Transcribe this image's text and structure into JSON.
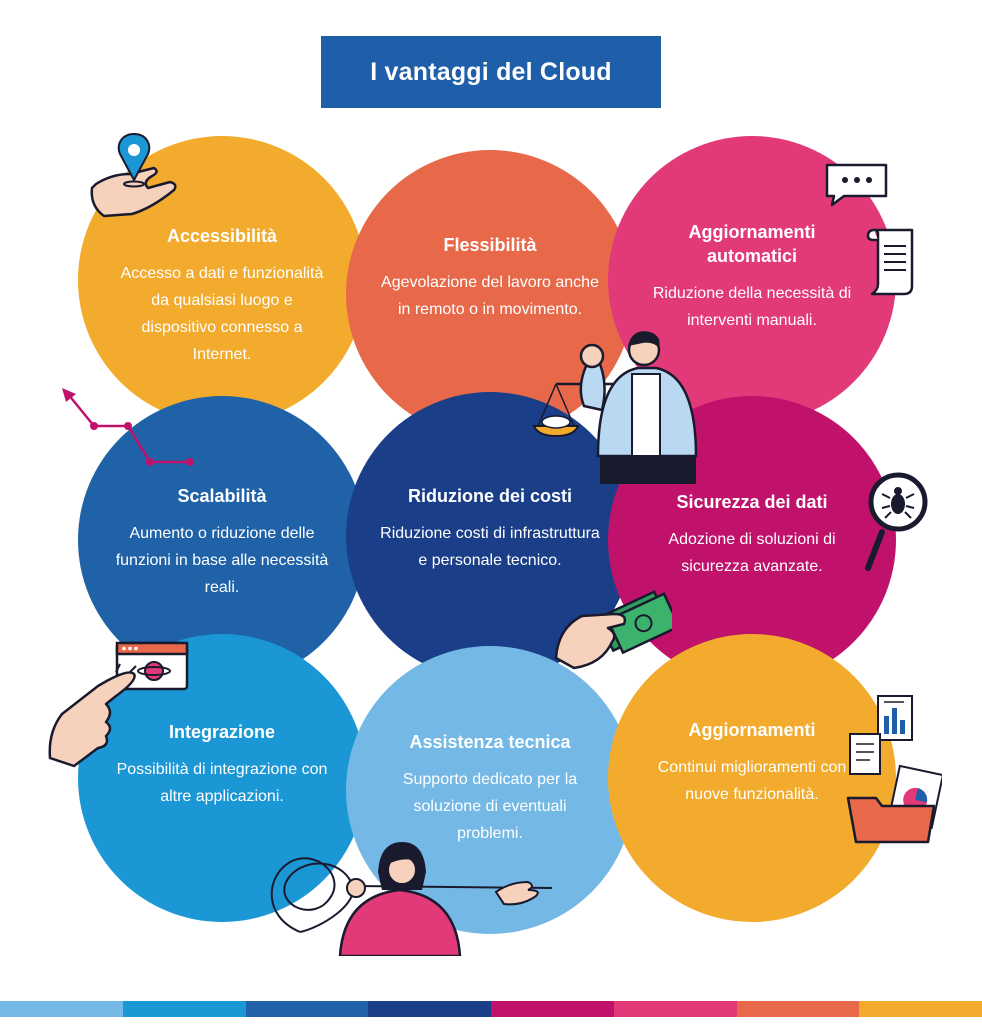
{
  "title": "I vantaggi del Cloud",
  "cards": [
    {
      "id": "accessibilita",
      "title": "Accessibilità",
      "text": "Accesso a dati e funzionalità da qualsiasi luogo e dispositivo connesso a Internet.",
      "color": "#f2ab2c"
    },
    {
      "id": "flessibilita",
      "title": "Flessibilità",
      "text": "Agevolazione del lavoro anche in remoto o in movimento.",
      "color": "#e8694a"
    },
    {
      "id": "aggiornamenti-automatici",
      "title": "Aggiornamenti automatici",
      "text": "Riduzione della necessità di interventi manuali.",
      "color": "#e23a78"
    },
    {
      "id": "scalabilita",
      "title": "Scalabilità",
      "text": "Aumento o riduzione delle funzioni in base alle necessità reali.",
      "color": "#1f62a8"
    },
    {
      "id": "riduzione-costi",
      "title": "Riduzione dei costi",
      "text": "Riduzione costi di infrastruttura e personale tecnico.",
      "color": "#1a3f88"
    },
    {
      "id": "sicurezza-dati",
      "title": "Sicurezza dei dati",
      "text": "Adozione di soluzioni di sicurezza avanzate.",
      "color": "#c0126b"
    },
    {
      "id": "integrazione",
      "title": "Integrazione",
      "text": "Possibilità di integrazione con altre applicazioni.",
      "color": "#1b97d5"
    },
    {
      "id": "assistenza-tecnica",
      "title": "Assistenza tecnica",
      "text": "Supporto dedicato per la soluzione di eventuali problemi.",
      "color": "#74b8e6"
    },
    {
      "id": "aggiornamenti",
      "title": "Aggiornamenti",
      "text": "Continui miglioramenti con nuove funzionalità.",
      "color": "#f2ab2c"
    }
  ],
  "bottom_bar_colors": [
    "#74b8e6",
    "#1b97d5",
    "#1f62a8",
    "#1a3f88",
    "#c0126b",
    "#e23a78",
    "#e8694a",
    "#f2ab2c"
  ]
}
